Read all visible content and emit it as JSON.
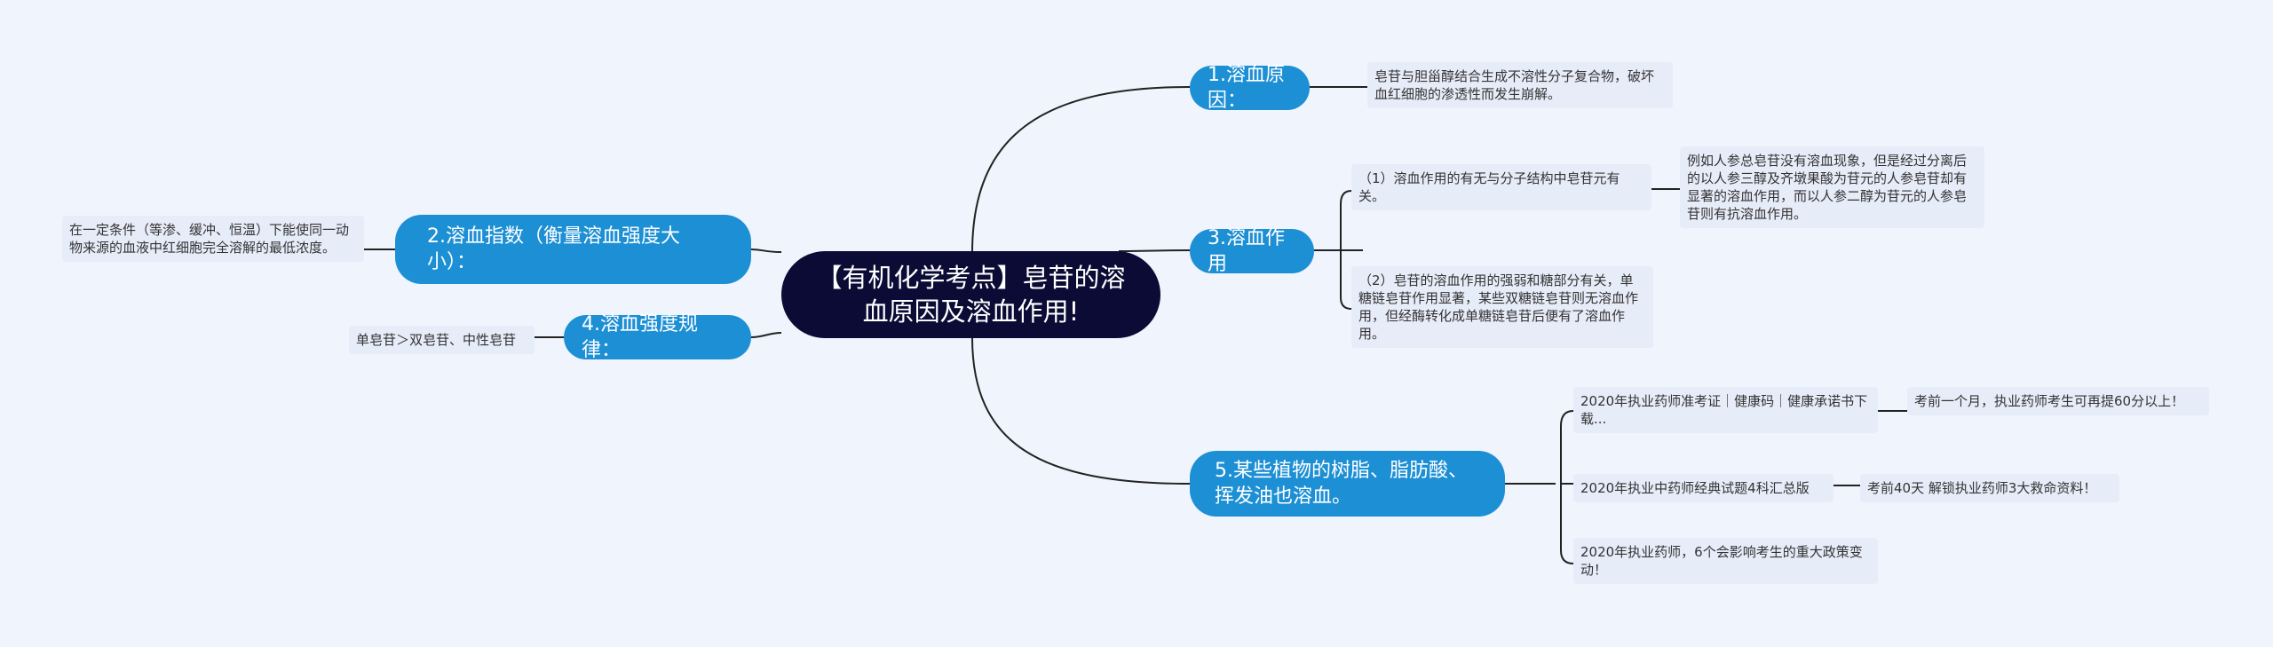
{
  "colors": {
    "background": "#f0f4fc",
    "center": "#0b0b35",
    "branch": "#1d8fd5",
    "leaf": "#e7ecf9",
    "line": "#222222"
  },
  "center": {
    "title": "【有机化学考点】皂苷的溶血原因及溶血作用!"
  },
  "branches": {
    "b1": {
      "label": "1.溶血原因："
    },
    "b2": {
      "label": "2.溶血指数（衡量溶血强度大小）："
    },
    "b3": {
      "label": "3.溶血作用"
    },
    "b4": {
      "label": "4.溶血强度规律："
    },
    "b5": {
      "label": "5.某些植物的树脂、脂肪酸、挥发油也溶血。"
    }
  },
  "leaves": {
    "l1": "皂苷与胆甾醇结合生成不溶性分子复合物，破坏血红细胞的渗透性而发生崩解。",
    "l2": "在一定条件（等渗、缓冲、恒温）下能使同一动物来源的血液中红细胞完全溶解的最低浓度。",
    "l3a": "（1）溶血作用的有无与分子结构中皂苷元有关。",
    "l3a_child": "例如人参总皂苷没有溶血现象，但是经过分离后的以人参三醇及齐墩果酸为苷元的人参皂苷却有显著的溶血作用，而以人参二醇为苷元的人参皂苷则有抗溶血作用。",
    "l3b": "（2）皂苷的溶血作用的强弱和糖部分有关，单糖链皂苷作用显著，某些双糖链皂苷则无溶血作用，但经酶转化成单糖链皂苷后便有了溶血作用。",
    "l4": "单皂苷＞双皂苷、中性皂苷",
    "l5a": "2020年执业药师准考证｜健康码｜健康承诺书下载...",
    "l5a_child": "考前一个月，执业药师考生可再提60分以上！",
    "l5b": "2020年执业中药师经典试题4科汇总版",
    "l5b_child": "考前40天 解锁执业药师3大救命资料！",
    "l5c": "2020年执业药师，6个会影响考生的重大政策变动！"
  }
}
